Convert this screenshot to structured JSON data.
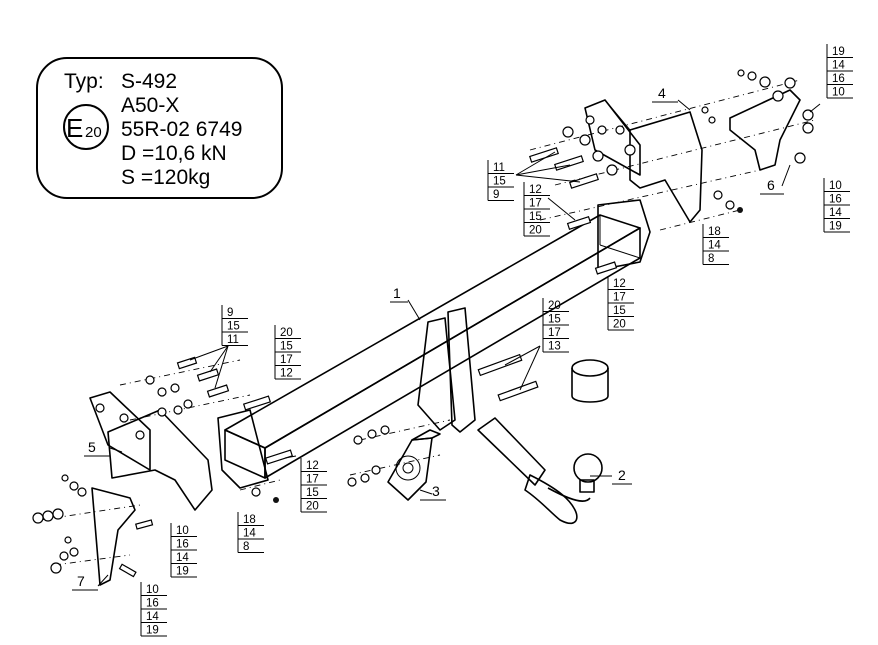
{
  "spec_box": {
    "type_label": "Typ:",
    "type_value": "S-492",
    "e_mark": "E",
    "e_number": "20",
    "approval_1": "A50-X",
    "approval_2": "55R-02 6749",
    "d_value": "D =10,6 kN",
    "s_value": "S =120kg"
  },
  "callouts": {
    "part_1": "1",
    "part_2": "2",
    "part_3": "3",
    "part_4": "4",
    "part_5": "5",
    "part_6": "6",
    "part_7": "7"
  },
  "stacks": {
    "top_right": [
      "19",
      "14",
      "16",
      "10"
    ],
    "right_mid": [
      "10",
      "16",
      "14",
      "19"
    ],
    "right_lower": [
      "18",
      "14",
      "8"
    ],
    "top_left_bolts": [
      "11",
      "15",
      "9"
    ],
    "top_tube_end": [
      "12",
      "17",
      "15",
      "20"
    ],
    "beam_under": [
      "12",
      "17",
      "15",
      "20"
    ],
    "center_bolts": [
      "20",
      "15",
      "17",
      "13"
    ],
    "left_tube_top": [
      "20",
      "15",
      "17",
      "12"
    ],
    "left_bolts": [
      "9",
      "15",
      "11"
    ],
    "left_tube_bottom": [
      "12",
      "17",
      "15",
      "20"
    ],
    "left_nut": [
      "18",
      "14",
      "8"
    ],
    "lower_left": [
      "10",
      "16",
      "14",
      "19"
    ],
    "bottom_left": [
      "10",
      "16",
      "14",
      "19"
    ]
  }
}
